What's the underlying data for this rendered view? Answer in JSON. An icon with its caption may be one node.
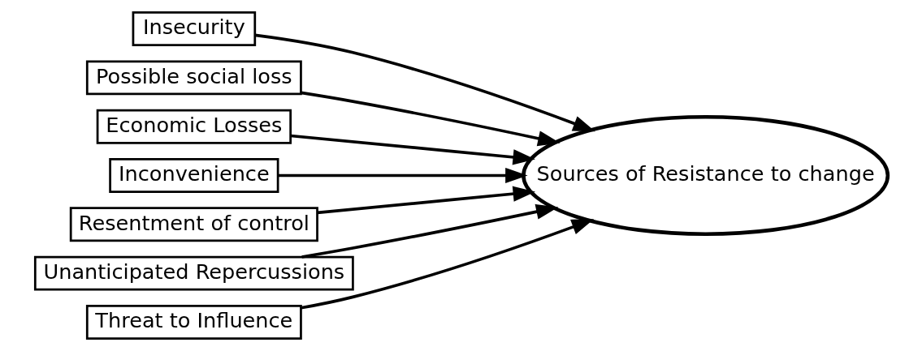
{
  "diagram": {
    "nodes": [
      {
        "text": [
          "Insecurity"
        ]
      },
      {
        "text": [
          "Possible social loss"
        ]
      },
      {
        "text": [
          "Economic Losses"
        ]
      },
      {
        "text": [
          "Inconvenience"
        ]
      },
      {
        "text": [
          "Resentment of control"
        ]
      },
      {
        "text": [
          "Unanticipated Repercussions"
        ]
      },
      {
        "text": [
          "Threat to Influence"
        ]
      },
      {
        "text": [
          "Sources of Resistance to change"
        ]
      }
    ],
    "edges": [
      {
        "from": 0,
        "to": 7,
        "arrow": "to"
      },
      {
        "from": 1,
        "to": 7,
        "arrow": "to"
      },
      {
        "from": 2,
        "to": 7,
        "arrow": "to"
      },
      {
        "from": 3,
        "to": 7,
        "arrow": "to"
      },
      {
        "from": 4,
        "to": 7,
        "arrow": "to"
      },
      {
        "from": 5,
        "to": 7,
        "arrow": "to"
      },
      {
        "from": 6,
        "to": 7,
        "arrow": "to"
      }
    ]
  }
}
